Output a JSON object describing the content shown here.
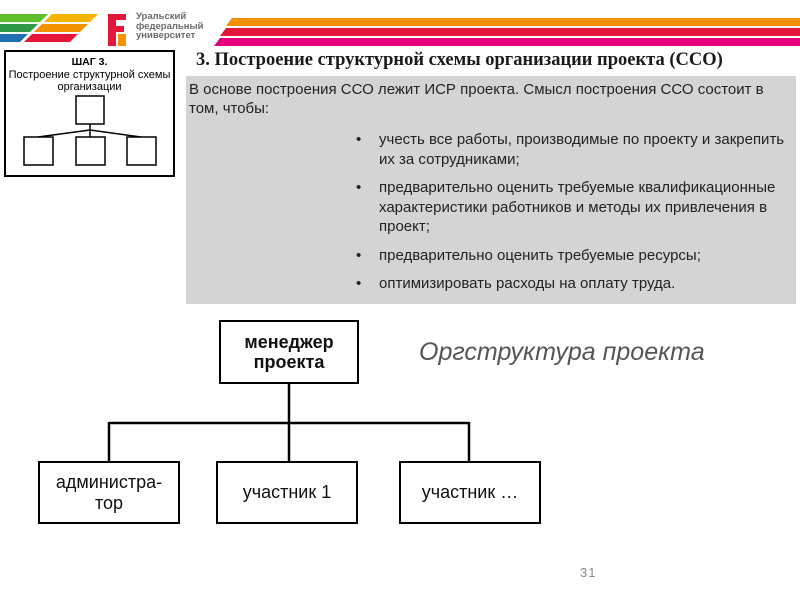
{
  "header": {
    "university_lines": [
      "Уральский",
      "федеральный",
      "университет"
    ],
    "colors": {
      "green": "#5fbf2a",
      "red": "#e4173b",
      "orange": "#f39200",
      "pink": "#e4007c"
    }
  },
  "step_box": {
    "title": "ШАГ 3.",
    "subtitle": "Построение структурной схемы организации"
  },
  "slide": {
    "title": "3. Построение структурной схемы организации проекта (ССО)",
    "intro": "В основе построения ССО лежит ИСР проекта. Смысл построения ССО состоит в том, чтобы:",
    "bullets": [
      "учесть все работы, производимые по проекту и закрепить их за сотрудниками;",
      "предварительно оценить требуемые квалификационные характеристики работников и методы их привлечения в проект;",
      "предварительно оценить требуемые ресурсы;",
      "оптимизировать расходы на оплату труда."
    ]
  },
  "org_chart": {
    "title": "Оргструктура проекта",
    "root": [
      "менеджер",
      "проекта"
    ],
    "children": [
      [
        "админи­стра-",
        "тор"
      ],
      [
        "участник 1"
      ],
      [
        "участник …"
      ]
    ]
  },
  "page_number": "31"
}
